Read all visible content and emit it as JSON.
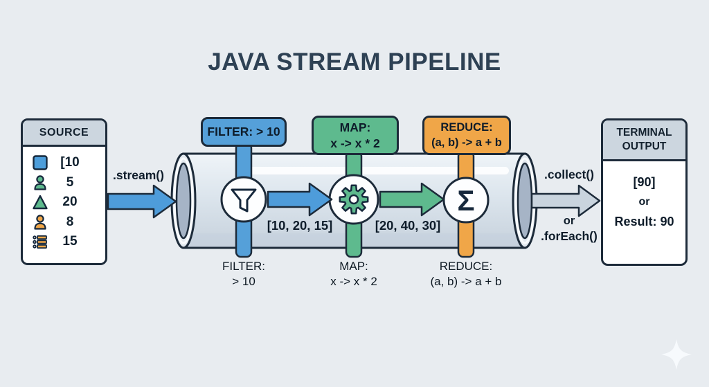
{
  "title": "JAVA STREAM PIPELINE",
  "source": {
    "header": "SOURCE",
    "items": [
      {
        "icon": "square-icon",
        "value": "[10"
      },
      {
        "icon": "person-icon",
        "value": "5"
      },
      {
        "icon": "triangle-icon",
        "value": "20"
      },
      {
        "icon": "person-icon",
        "value": "8"
      },
      {
        "icon": "list-icon",
        "value": "15"
      }
    ]
  },
  "labels": {
    "stream": ".stream()",
    "collect": ".collect()",
    "or": "or",
    "foreach": ".forEach()"
  },
  "stages": [
    {
      "id": "filter",
      "badge": "FILTER: > 10",
      "badge_line2": "",
      "icon": "funnel-icon",
      "color": "#55a0d9",
      "output": "[10, 20, 15]",
      "bottom_title": "FILTER:",
      "bottom_expr": "> 10"
    },
    {
      "id": "map",
      "badge": "MAP:",
      "badge_line2": "x -> x * 2",
      "icon": "gear-icon",
      "color": "#5eba8e",
      "output": "[20, 40, 30]",
      "bottom_title": "MAP:",
      "bottom_expr": "x -> x * 2"
    },
    {
      "id": "reduce",
      "badge": "REDUCE:",
      "badge_line2": "(a, b) -> a + b",
      "icon": "sigma-icon",
      "glyph": "Σ",
      "color": "#f0a648",
      "bottom_title": "REDUCE:",
      "bottom_expr": "(a, b) -> a + b"
    }
  ],
  "terminal": {
    "header": "TERMINAL OUTPUT",
    "values": [
      "[90]",
      "or",
      "Result: 90"
    ]
  },
  "colors": {
    "background": "#e8ecf0",
    "outline": "#1d2b3a",
    "blue": "#55a0d9",
    "green": "#5eba8e",
    "orange": "#f0a648",
    "header_fill": "#ccd6df",
    "title_text": "#2e4154",
    "pipe_body": "#dce5ed",
    "pipe_inner": "#a6b4c6",
    "gray_arrow": "#c9d4de"
  }
}
